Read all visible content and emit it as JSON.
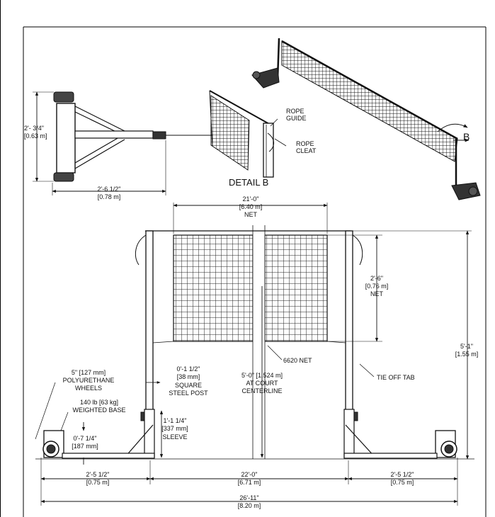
{
  "detail_label": "DETAIL  B",
  "arrow_label": "B",
  "callouts": {
    "rope_guide": [
      "ROPE",
      "GUIDE"
    ],
    "rope_cleat": [
      "ROPE",
      "CLEAT"
    ],
    "net_model": "6620 NET",
    "tie_off_tab": "TIE OFF TAB",
    "wheels": [
      "5\" [127 mm]",
      "POLYURETHANE",
      "WHEELS"
    ],
    "weighted_base": [
      "140 lb [63 kg]",
      "WEIGHTED BASE"
    ],
    "post": [
      "0'-1 1/2\"",
      "[38 mm]",
      "SQUARE",
      "STEEL POST"
    ],
    "sleeve": [
      "1'-1 1/4\"",
      "[337 mm]",
      "SLEEVE"
    ],
    "base_height": [
      "0'-7 1/4\"",
      "[187 mm]"
    ],
    "centerline": [
      "5'-0\" [1.524 m]",
      "AT COURT",
      "CENTERLINE"
    ]
  },
  "dimensions": {
    "side_height": [
      "2'- 3/4\"",
      "[0.63 m]"
    ],
    "side_depth": [
      "2'-6 1/2\"",
      "[0.78 m]"
    ],
    "net_width": [
      "21'-0\"",
      "[6.40 m]",
      "NET"
    ],
    "net_height": [
      "2'-6\"",
      "[0.76 m]",
      "NET"
    ],
    "post_height": [
      "5'-1\"",
      "[1.55 m]"
    ],
    "base_left": [
      "2'-5 1/2\"",
      "[0.75 m]"
    ],
    "base_right": [
      "2'-5 1/2\"",
      "[0.75 m]"
    ],
    "between_posts": [
      "22'-0\"",
      "[6.71 m]"
    ],
    "overall": [
      "26'-11\"",
      "[8.20 m]"
    ]
  }
}
